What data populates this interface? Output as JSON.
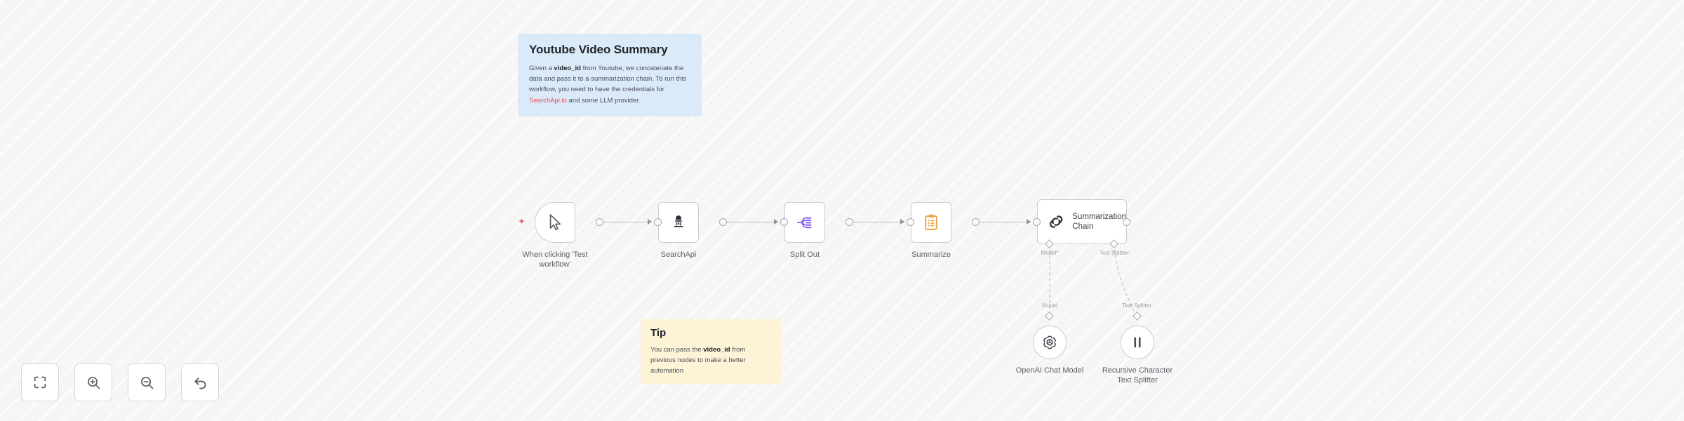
{
  "app": "n8n-workflow-canvas",
  "sticky_notes": [
    {
      "id": "youtube-video-summary",
      "title": "Youtube Video Summary",
      "body_pre": "Given a ",
      "body_bold": "video_id",
      "body_mid": " from Youtube, we concatenate the data and pass it to a summarization chain. To run this workflow, you need to have the credentials for ",
      "body_link": "SearchApi.io",
      "body_post": " and some LLM provider.",
      "color": "#dbeaf8"
    },
    {
      "id": "tip",
      "title": "Tip",
      "body_pre": "You can pass the ",
      "body_bold": "video_id",
      "body_post": " from previous nodes to make a better automation",
      "color": "#fdf3d7"
    }
  ],
  "nodes": [
    {
      "id": "when-clicking-test-workflow",
      "caption": "When clicking 'Test\nworkflow'",
      "icon": "cursor-icon",
      "shape": "trigger"
    },
    {
      "id": "searchapi",
      "caption": "SearchApi",
      "icon": "searchapi-icon",
      "shape": "square"
    },
    {
      "id": "split-out",
      "caption": "Split Out",
      "icon": "split-out-icon",
      "shape": "square"
    },
    {
      "id": "summarize",
      "caption": "Summarize",
      "icon": "clipboard-icon",
      "shape": "square"
    },
    {
      "id": "summarization-chain",
      "caption": "",
      "inline_label": "Summarization\nChain",
      "icon": "chain-link-icon",
      "shape": "wide"
    }
  ],
  "sub_connectors": [
    {
      "id": "model",
      "port_label": "Model*",
      "wire_label": "Model"
    },
    {
      "id": "text-splitter",
      "port_label": "Text Splitter",
      "wire_label": "Text Splitter"
    }
  ],
  "sub_nodes": [
    {
      "id": "openai-chat-model",
      "caption": "OpenAI Chat Model",
      "icon": "openai-icon"
    },
    {
      "id": "recursive-character-text-splitter",
      "caption": "Recursive Character\nText Splitter",
      "icon": "text-splitter-icon"
    }
  ],
  "toolbar": {
    "buttons": [
      {
        "id": "zoom-to-fit",
        "icon": "zoom-to-fit-icon"
      },
      {
        "id": "zoom-in",
        "icon": "zoom-in-icon"
      },
      {
        "id": "zoom-out",
        "icon": "zoom-out-icon"
      },
      {
        "id": "reset-zoom",
        "icon": "undo-icon"
      }
    ]
  },
  "colors": {
    "canvas": "#f6f6f6",
    "node_border": "#c9ccd1",
    "wire": "#b6babf",
    "accent_purple": "#8b5cf6",
    "accent_orange": "#f5a142",
    "accent_red": "#ef4b5d"
  }
}
